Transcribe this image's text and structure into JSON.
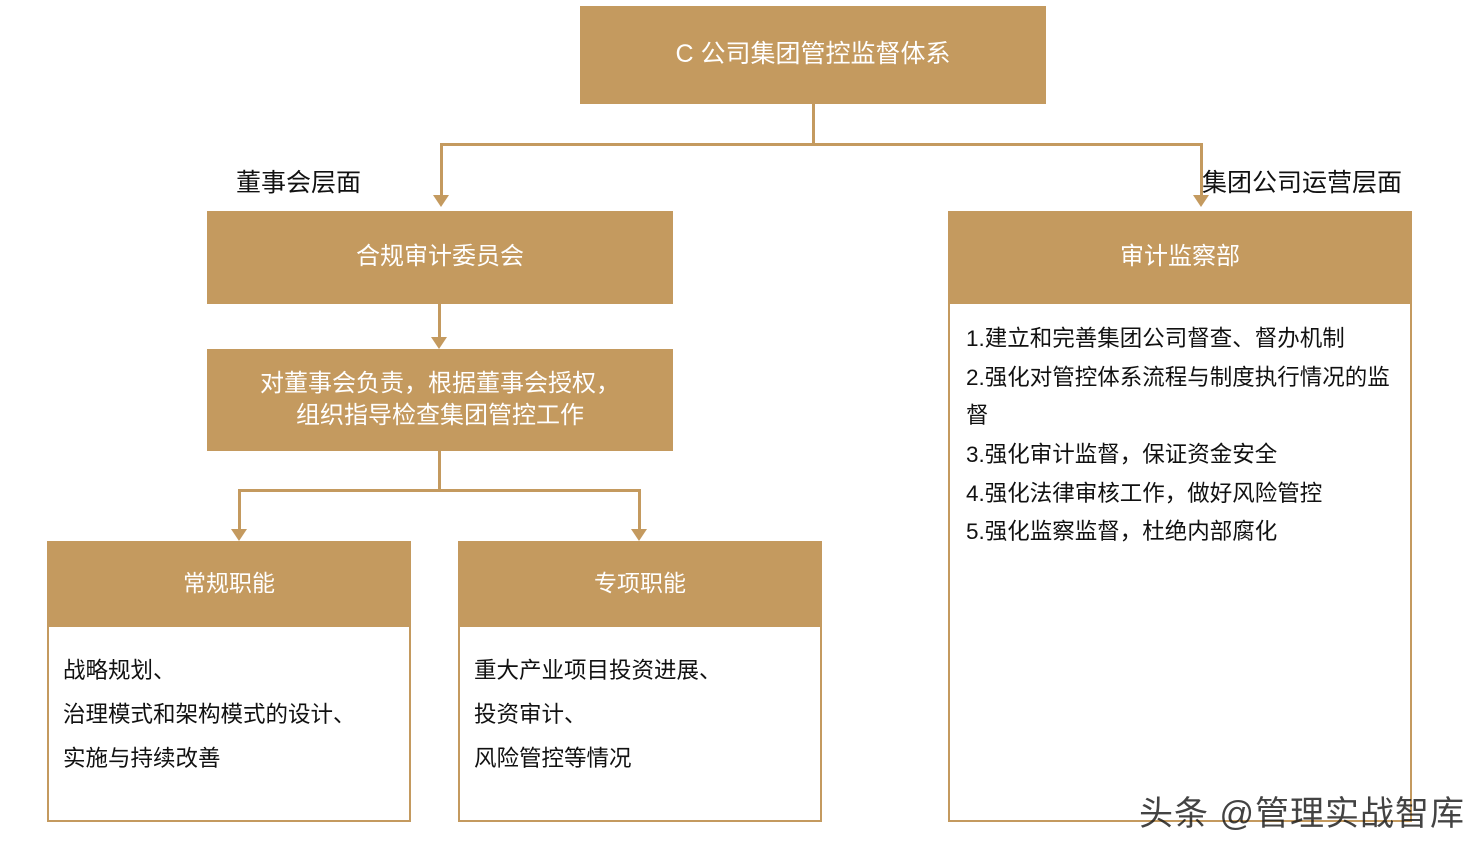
{
  "diagram": {
    "title": "C 公司集团管控监督体系",
    "branch_labels": {
      "left": "董事会层面",
      "right": "集团公司运营层面"
    },
    "left_branch": {
      "committee": "合规审计委员会",
      "duty_line_1": "对董事会负责，根据董事会授权，",
      "duty_line_2": "组织指导检查集团管控工作",
      "functions": [
        {
          "header": "常规职能",
          "lines": [
            "战略规划、",
            "治理模式和架构模式的设计、",
            "实施与持续改善"
          ]
        },
        {
          "header": "专项职能",
          "lines": [
            "重大产业项目投资进展、",
            "投资审计、",
            "风险管控等情况"
          ]
        }
      ]
    },
    "right_branch": {
      "header": "审计监察部",
      "items": [
        "1.建立和完善集团公司督查、督办机制",
        "2.强化对管控体系流程与制度执行情况的监督",
        "3.强化审计监督，保证资金安全",
        "4.强化法律审核工作，做好风险管控",
        "5.强化监察监督，杜绝内部腐化"
      ]
    }
  },
  "watermark": "头条 @管理实战智库",
  "colors": {
    "accent": "#c49a5f",
    "text": "#111111",
    "box_text": "#ffffff",
    "background": "#ffffff"
  }
}
